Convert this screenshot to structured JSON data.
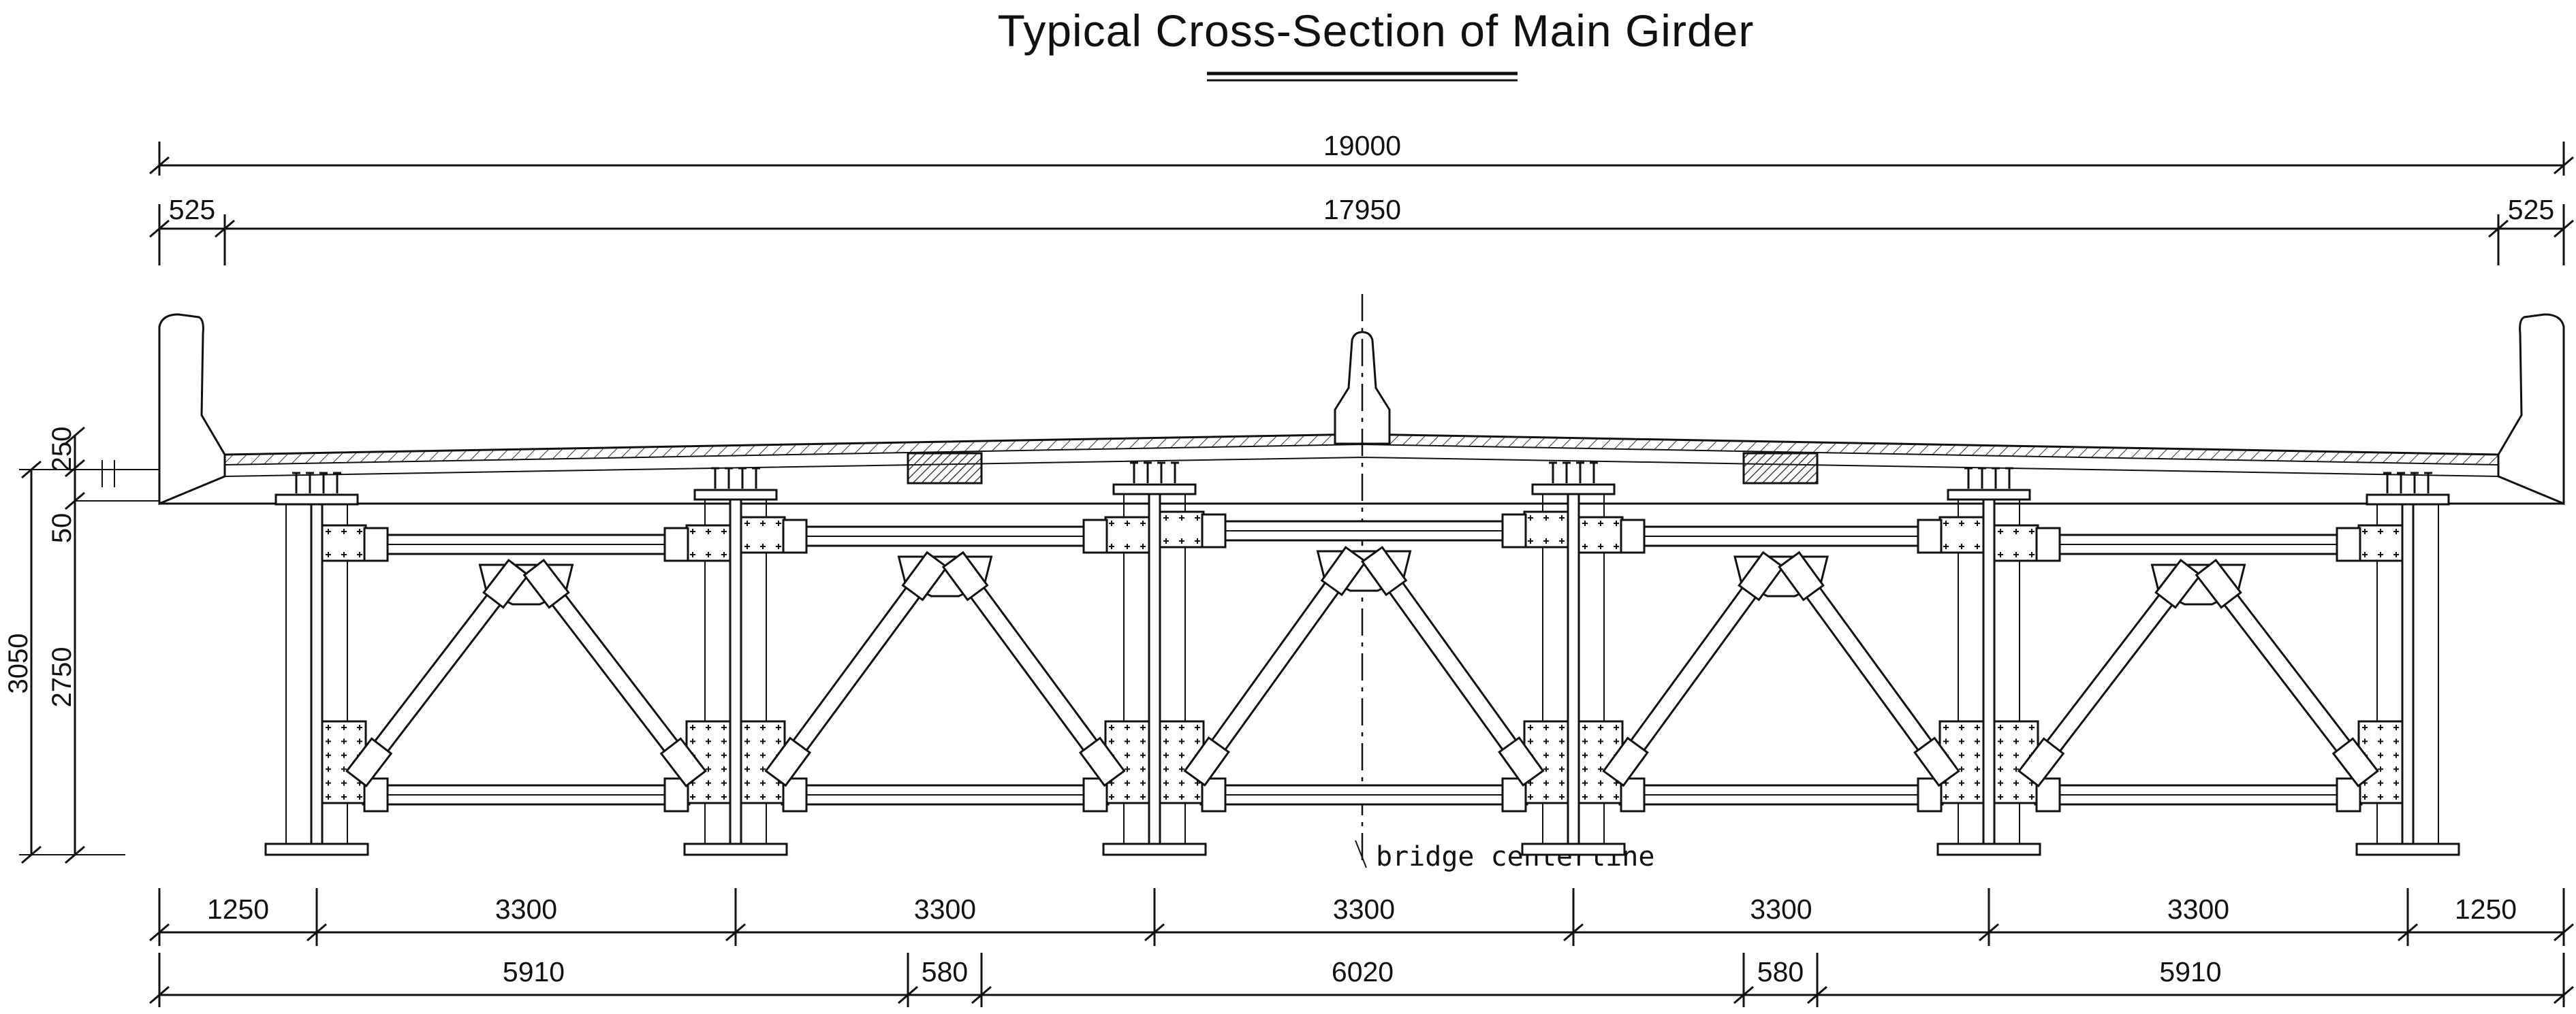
{
  "title": "Typical Cross-Section of Main Girder",
  "dimensions": {
    "overall_width": "19000",
    "side_left": "525",
    "inner_width": "17950",
    "side_right": "525",
    "deck_thickness": "250",
    "haunch": "50",
    "total_height": "3050",
    "girder_height": "2750",
    "girder_spacing": [
      "1250",
      "3300",
      "3300",
      "3300",
      "3300",
      "3300",
      "1250"
    ],
    "deck_zones": [
      "5910",
      "580",
      "6020",
      "580",
      "5910"
    ]
  },
  "labels": {
    "centerline": "bridge centerline"
  }
}
